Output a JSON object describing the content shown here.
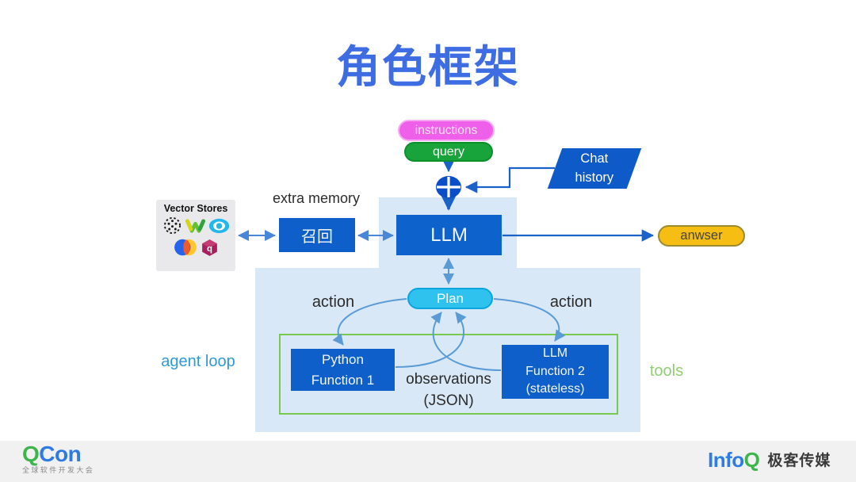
{
  "title": "角色框架",
  "nodes": {
    "instructions": "instructions",
    "query": "query",
    "chat_history": "Chat\nhistory",
    "recall": "召回",
    "llm": "LLM",
    "answer": "anwser",
    "plan": "Plan",
    "python_function": "Python\nFunction 1",
    "llm_function": "LLM\nFunction 2\n(stateless)"
  },
  "labels": {
    "extra_memory": "extra memory",
    "action_left": "action",
    "action_right": "action",
    "observations": "observations\n(JSON)",
    "agent_loop": "agent loop",
    "tools": "tools"
  },
  "vector_stores": {
    "title": "Vector Stores",
    "icons": [
      "pinecone-dotted-sphere-icon",
      "weaviate-w-icon",
      "deeplake-eye-icon",
      "chroma-circles-icon",
      "qdrant-hexagon-icon"
    ]
  },
  "colors": {
    "title_blue": "#3D6CE3",
    "box_blue": "#0E5FC9",
    "instructions_pink": "#EF60EA",
    "query_green": "#18A33B",
    "answer_yellow": "#F6BE13",
    "plan_cyan": "#30C2EE",
    "background_light_blue": "#D9E8F6",
    "tools_border_green": "#79C94F",
    "arrow_dark_blue": "#1A62C8",
    "arrow_light_blue": "#5B9BD5"
  },
  "footer": {
    "qcon_q": "Q",
    "qcon_con": "Con",
    "qcon_tagline": "全球软件开发大会",
    "infoq_info": "Info",
    "infoq_q": "Q",
    "infoq_brand": "极客传媒"
  }
}
